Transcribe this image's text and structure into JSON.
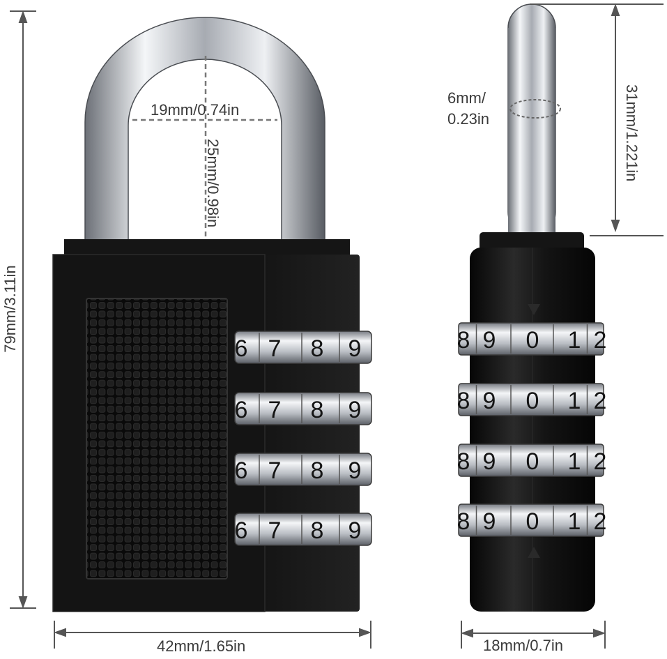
{
  "image": {
    "subject": "combination padlock",
    "view_front": "front view",
    "view_side": "side view"
  },
  "dimensions": {
    "total_height": "79mm/3.11in",
    "body_width": "42mm/1.65in",
    "shackle_inner_width": "19mm/0.74in",
    "shackle_inner_height": "25mm/0.98in",
    "side_width": "18mm/0.7in",
    "shackle_clearance": "31mm/1.221in",
    "shackle_diameter_line1": "6mm/",
    "shackle_diameter_line2": "0.23in"
  },
  "front_dials": [
    {
      "digits": [
        "6",
        "7",
        "8",
        "9"
      ]
    },
    {
      "digits": [
        "6",
        "7",
        "8",
        "9"
      ]
    },
    {
      "digits": [
        "6",
        "7",
        "8",
        "9"
      ]
    },
    {
      "digits": [
        "6",
        "7",
        "8",
        "9"
      ]
    }
  ],
  "side_dials": [
    {
      "digits": [
        "8",
        "9",
        "0",
        "1",
        "2"
      ]
    },
    {
      "digits": [
        "8",
        "9",
        "0",
        "1",
        "2"
      ]
    },
    {
      "digits": [
        "8",
        "9",
        "0",
        "1",
        "2"
      ]
    },
    {
      "digits": [
        "8",
        "9",
        "0",
        "1",
        "2"
      ]
    }
  ],
  "colors": {
    "body": "#111111",
    "chrome": "#c9ccd1",
    "dimension_line": "#555555"
  }
}
